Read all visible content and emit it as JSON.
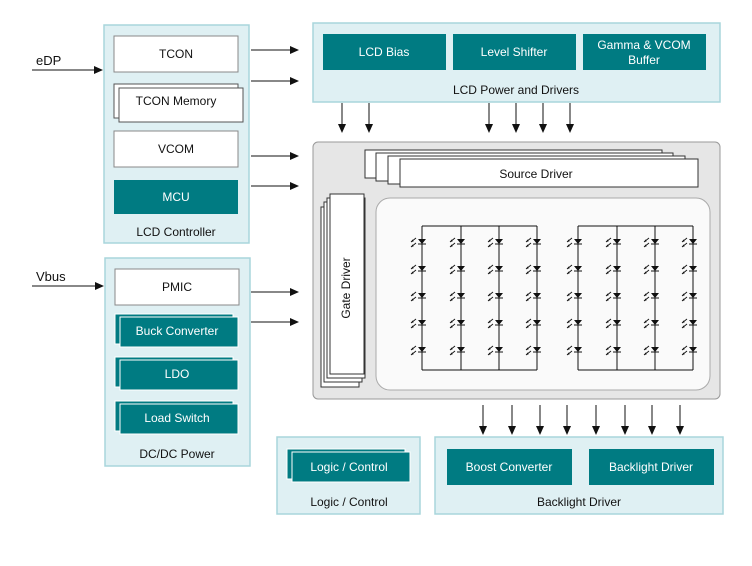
{
  "inputs": {
    "edp": "eDP",
    "vbus": "Vbus"
  },
  "lcd_controller": {
    "title": "LCD Controller",
    "tcon": "TCON",
    "tcon_memory": "TCON Memory",
    "vcom": "VCOM",
    "mcu": "MCU"
  },
  "dcdc_power": {
    "title": "DC/DC Power",
    "pmic": "PMIC",
    "buck": "Buck Converter",
    "ldo": "LDO",
    "load_switch": "Load Switch"
  },
  "lcd_power": {
    "title": "LCD Power and Drivers",
    "lcd_bias": "LCD Bias",
    "level_shifter": "Level Shifter",
    "gamma_line1": "Gamma & VCOM",
    "gamma_line2": "Buffer"
  },
  "panel": {
    "source_driver": "Source Driver",
    "gate_driver": "Gate Driver"
  },
  "logic_control": {
    "title": "Logic / Control",
    "block": "Logic / Control"
  },
  "backlight": {
    "title": "Backlight Driver",
    "boost": "Boost Converter",
    "driver": "Backlight Driver"
  },
  "colors": {
    "teal": "#007b82",
    "light_panel": "#dff0f3",
    "panel_border": "#a9d5dc",
    "gray_panel": "#e6e6e6"
  }
}
